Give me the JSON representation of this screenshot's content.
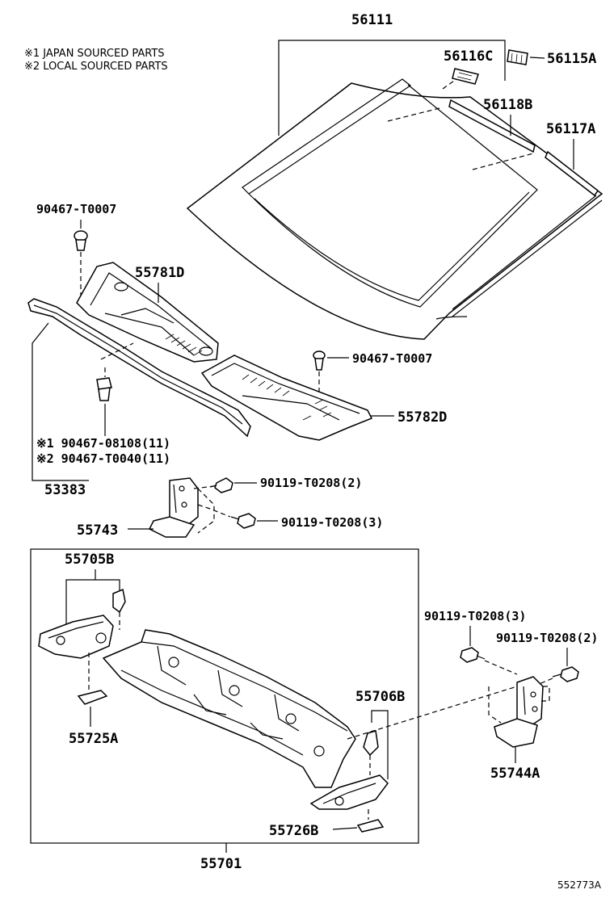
{
  "notes": {
    "japan": "※1 JAPAN SOURCED PARTS",
    "local": "※2 LOCAL SOURCED PARTS"
  },
  "labels": {
    "p56111": "56111",
    "p56116C": "56116C",
    "p56115A": "56115A",
    "p56118B": "56118B",
    "p56117A": "56117A",
    "p90467_T0007_a": "90467-T0007",
    "p55781D": "55781D",
    "p90467_T0007_b": "90467-T0007",
    "p55782D": "55782D",
    "p90467_08108": "※1 90467-08108(11)",
    "p90467_T0040": "※2 90467-T0040(11)",
    "p53383": "53383",
    "p90119_T0208_2a": "90119-T0208(2)",
    "p90119_T0208_3a": "90119-T0208(3)",
    "p55743": "55743",
    "p55705B": "55705B",
    "p90119_T0208_3b": "90119-T0208(3)",
    "p90119_T0208_2b": "90119-T0208(2)",
    "p55725A": "55725A",
    "p55706B": "55706B",
    "p55744A": "55744A",
    "p55726B": "55726B",
    "p55701": "55701",
    "diagram_code": "552773A"
  }
}
